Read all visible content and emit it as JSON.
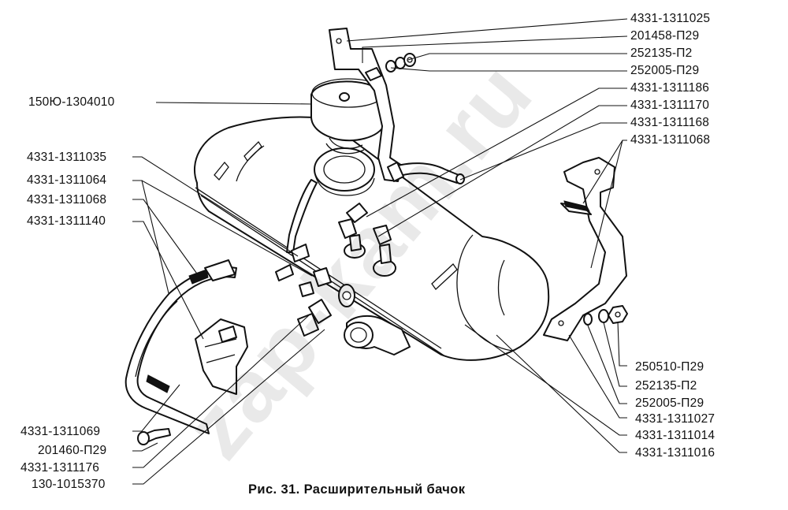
{
  "watermark": "zap-kam.ru",
  "caption": "Рис. 31. Расширительный бачок",
  "labels": {
    "r1": "4331-1311025",
    "r2": "201458-П29",
    "r3": "252135-П2",
    "r4": "252005-П29",
    "r5": "4331-1311186",
    "r6": "4331-1311170",
    "r7": "4331-1311168",
    "r8": "4331-1311068",
    "r9": "250510-П29",
    "r10": "252135-П2",
    "r11": "252005-П29",
    "r12": "4331-1311027",
    "r13": "4331-1311014",
    "r14": "4331-1311016",
    "l1": "150Ю-1304010",
    "l2": "4331-1311035",
    "l3": "4331-1311064",
    "l4": "4331-1311068",
    "l5": "4331-1311140",
    "l6": "4331-1311069",
    "l7": "201460-П29",
    "l8": "4331-1311176",
    "l9": "130-1015370"
  }
}
